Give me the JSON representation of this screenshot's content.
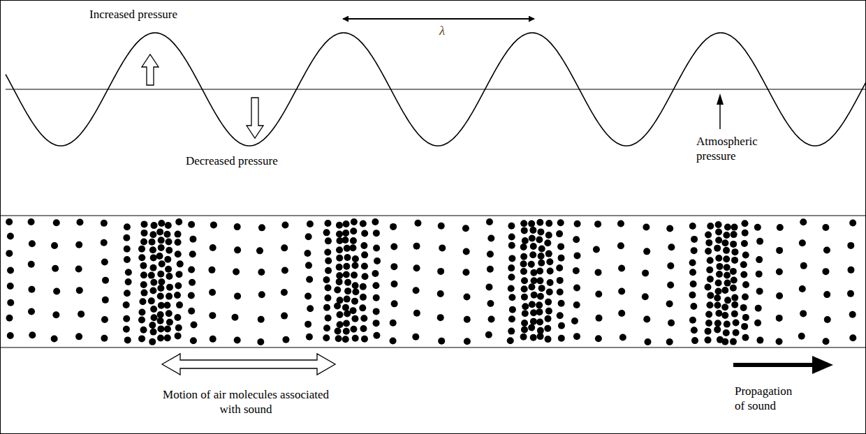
{
  "diagram": {
    "labels": [
      "Increased pressure",
      "λ",
      "Decreased pressure",
      "Atmospheric pressure",
      "Motion of air molecules associated with sound",
      "Propagation of sound"
    ]
  }
}
